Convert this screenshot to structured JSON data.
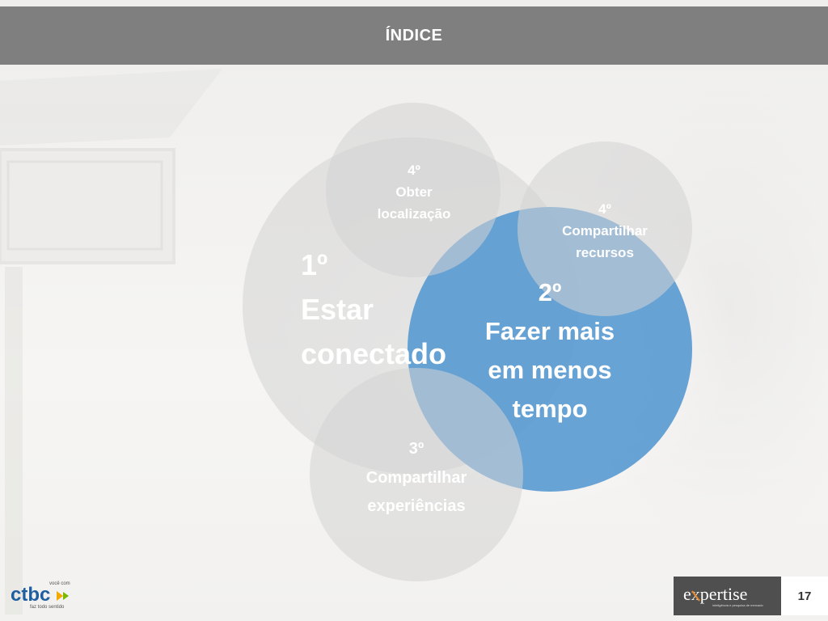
{
  "header": {
    "title": "ÍNDICE"
  },
  "diagram": {
    "circles": [
      {
        "id": "estar-conectado",
        "lines": [
          "1º",
          "Estar",
          "conectado"
        ]
      },
      {
        "id": "obter-localizacao",
        "lines": [
          "4º",
          "Obter",
          "localização"
        ]
      },
      {
        "id": "compartilhar-recursos",
        "lines": [
          "4º",
          "Compartilhar",
          "recursos"
        ]
      },
      {
        "id": "fazer-mais",
        "lines": [
          "2º",
          "Fazer mais",
          "em menos",
          "tempo"
        ]
      },
      {
        "id": "compartilhar-experiencias",
        "lines": [
          "3º",
          "Compartilhar",
          "experiências"
        ]
      }
    ],
    "colors": {
      "grey": "#d9d9d9",
      "blue": "#5a9bd1",
      "text_white": "#ffffff"
    }
  },
  "footer": {
    "ctbc_tagline_top": "você com",
    "ctbc_brand": "ctbc",
    "ctbc_tagline_bottom": "faz todo sentido",
    "expertise_brand": "expertise",
    "expertise_tagline": "inteligência e pesquisa de mercado",
    "slide_number": "17"
  }
}
